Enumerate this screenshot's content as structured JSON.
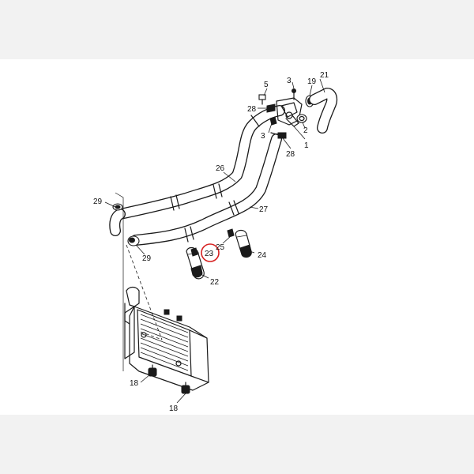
{
  "diagram": {
    "labels": [
      {
        "id": "p5",
        "text": "5"
      },
      {
        "id": "p3a",
        "text": "3"
      },
      {
        "id": "p19",
        "text": "19"
      },
      {
        "id": "p21",
        "text": "21"
      },
      {
        "id": "p28a",
        "text": "28"
      },
      {
        "id": "p3b",
        "text": "3"
      },
      {
        "id": "p2",
        "text": "2"
      },
      {
        "id": "p1",
        "text": "1"
      },
      {
        "id": "p28b",
        "text": "28"
      },
      {
        "id": "p26",
        "text": "26"
      },
      {
        "id": "p29a",
        "text": "29"
      },
      {
        "id": "p27",
        "text": "27"
      },
      {
        "id": "p25",
        "text": "25"
      },
      {
        "id": "p23",
        "text": "23"
      },
      {
        "id": "p29b",
        "text": "29"
      },
      {
        "id": "p24",
        "text": "24"
      },
      {
        "id": "p22",
        "text": "22"
      },
      {
        "id": "p18a",
        "text": "18"
      },
      {
        "id": "p18b",
        "text": "18"
      }
    ],
    "highlighted_part": "23",
    "highlight_color": "#d62020",
    "line_color": "#1a1a1a",
    "background": "#ffffff",
    "page_background": "#f2f2f2"
  }
}
